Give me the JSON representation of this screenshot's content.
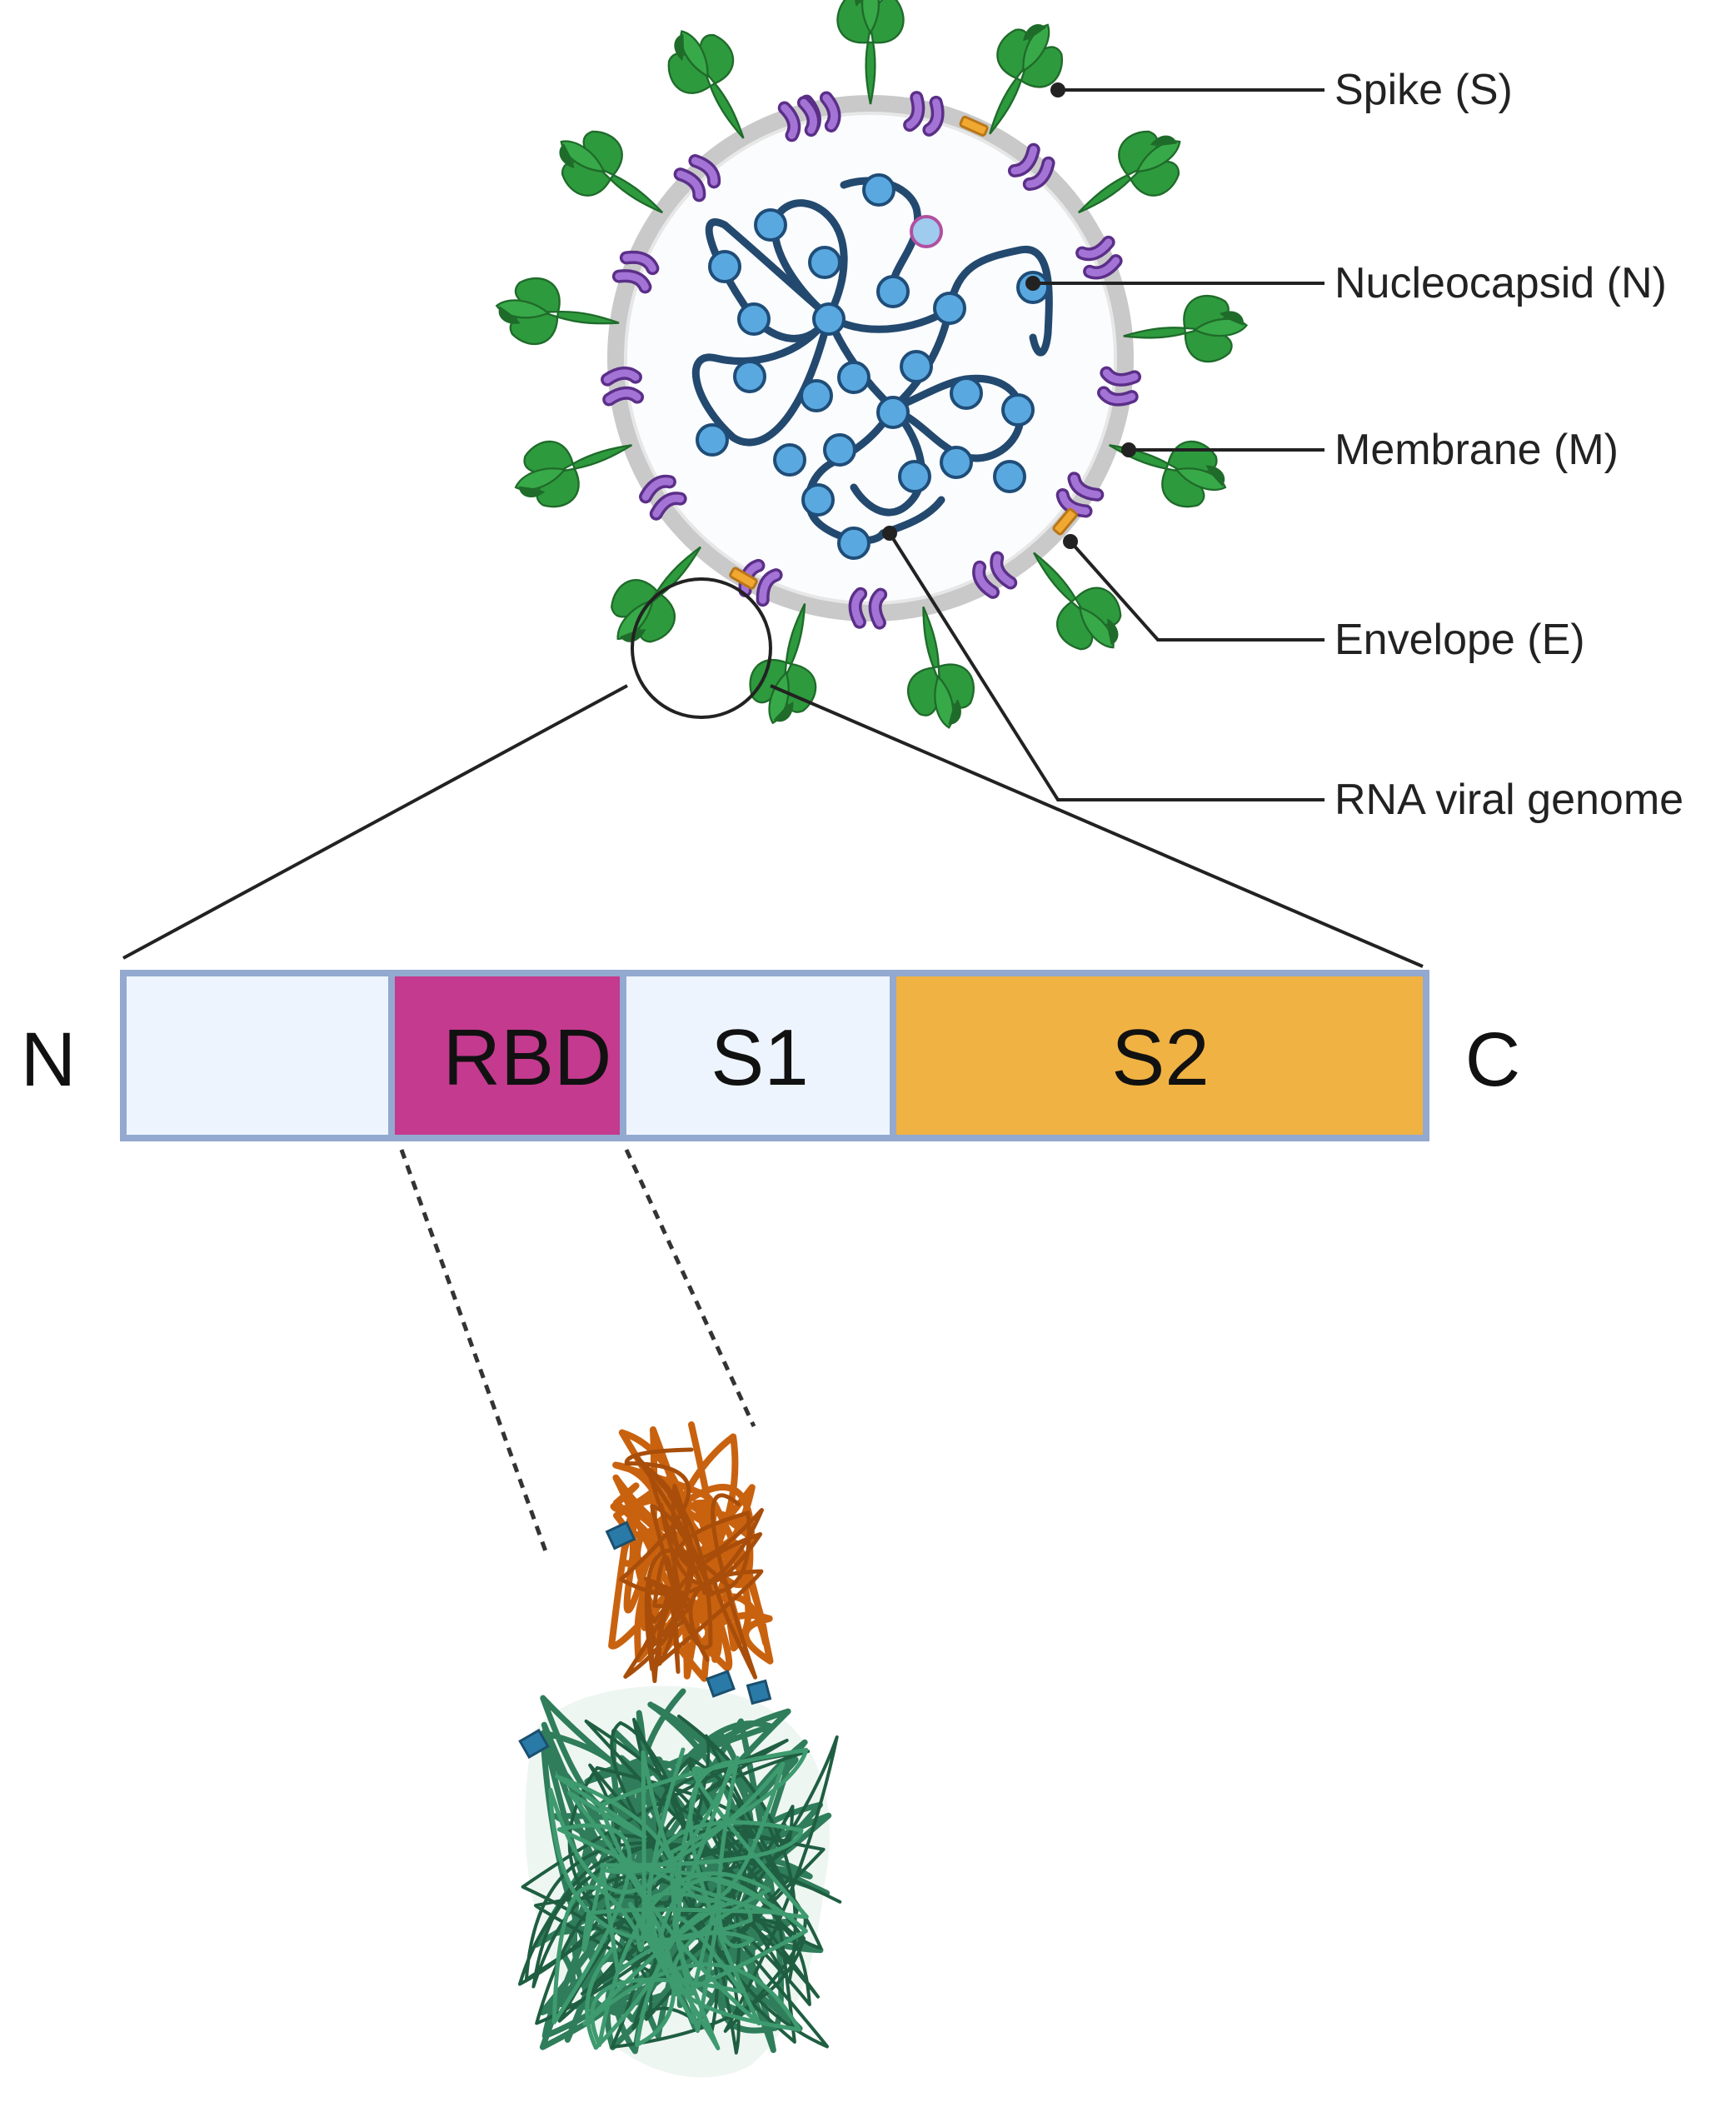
{
  "callouts": {
    "spike": "Spike (S)",
    "nucleocapsid": "Nucleocapsid (N)",
    "membrane": "Membrane (M)",
    "envelope": "Envelope (E)",
    "rna": "RNA viral genome"
  },
  "domain_bar": {
    "n_terminus": "N",
    "c_terminus": "C",
    "rbd_label": "RBD",
    "s1_label": "S1",
    "s2_label": "S2"
  },
  "colors": {
    "spike_green": "#2e9a3e",
    "spike_dark": "#1f6b2a",
    "membrane_purple": "#8f55c2",
    "envelope_orange": "#f0a830",
    "envelope_shell": "#cfcfcf",
    "genome_blue": "#2a5a88",
    "nucleocapsid_blue": "#5aa8e0",
    "rbd_magenta": "#c43a8e",
    "s1_pale": "#edf4fd",
    "s2_orange": "#f0b242",
    "bar_border": "#93a9cf",
    "rbd_structure_orange": "#c9620f",
    "ace2_structure_green": "#2f7d5a"
  }
}
